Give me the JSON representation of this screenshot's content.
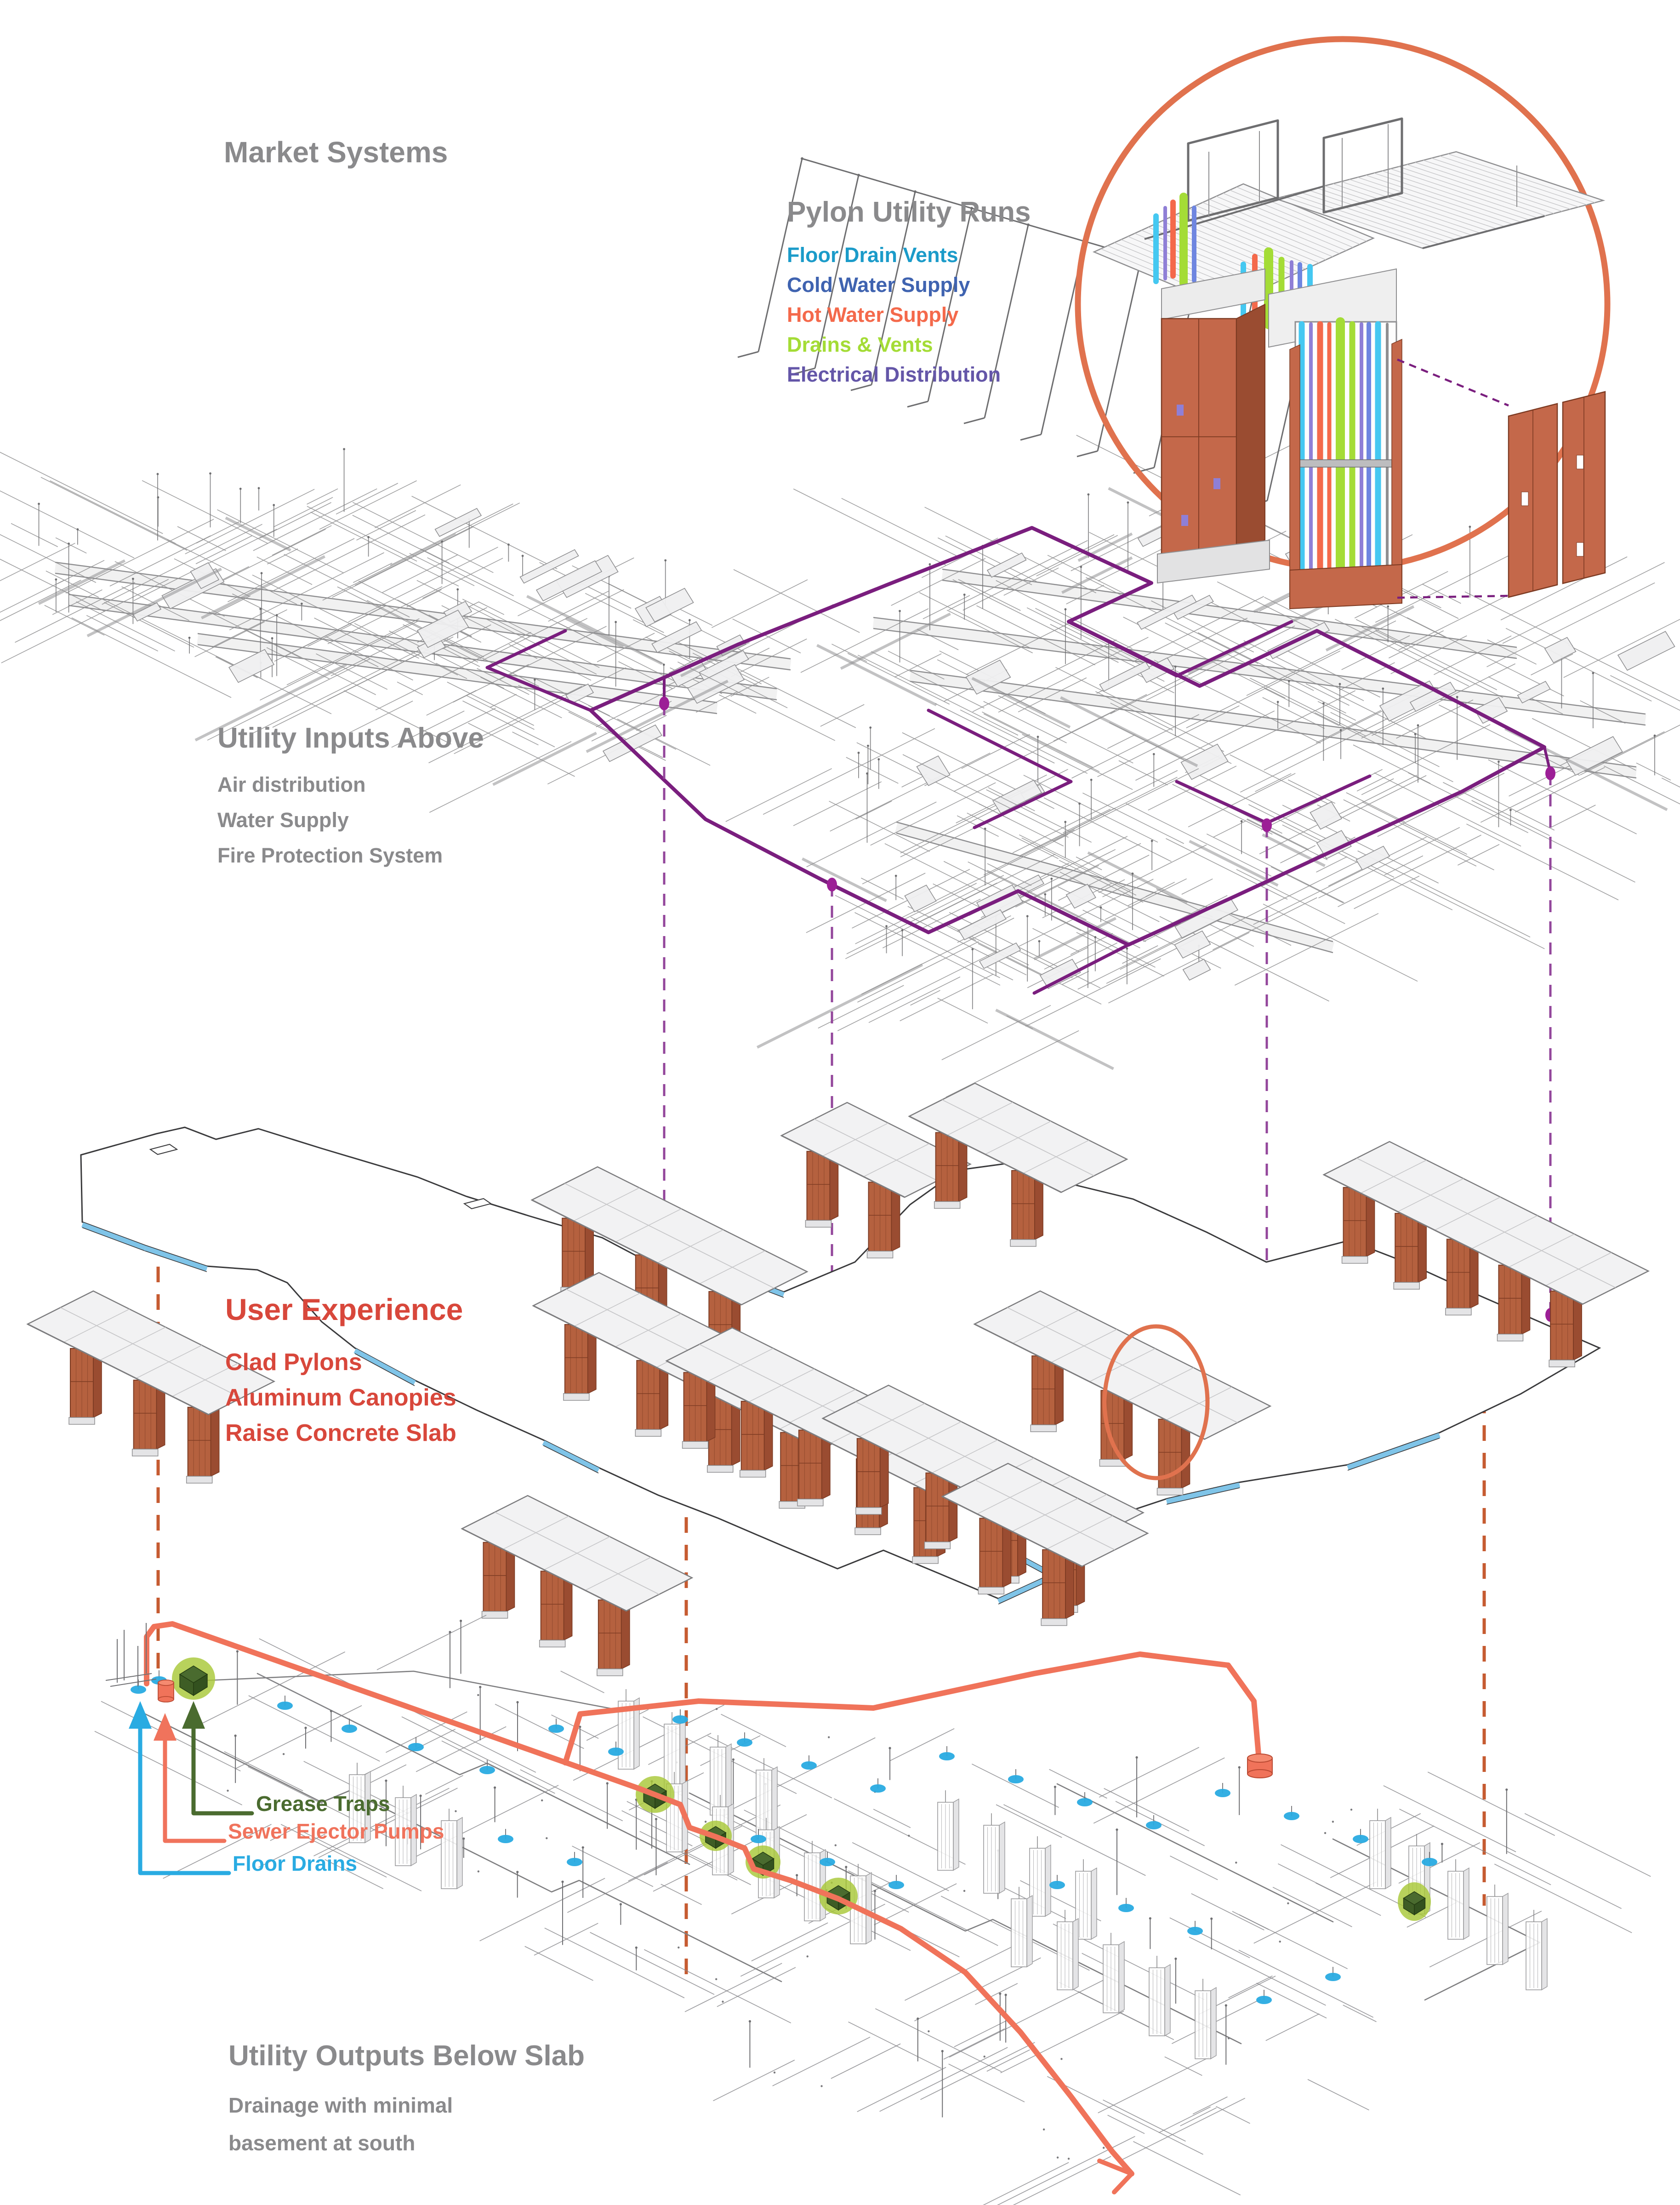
{
  "page_title": "Market Systems",
  "callout": {
    "title": "Pylon Utility Runs",
    "legend": [
      {
        "label": "Floor Drain Vents",
        "color": "#1B9BC9"
      },
      {
        "label": "Cold Water Supply",
        "color": "#3F63B0"
      },
      {
        "label": "Hot Water Supply",
        "color": "#F4694B"
      },
      {
        "label": "Drains & Vents",
        "color": "#A4DC36"
      },
      {
        "label": "Electrical Distribution",
        "color": "#6456A8"
      }
    ]
  },
  "sections": {
    "inputs": {
      "title": "Utility Inputs Above",
      "lines": [
        "Air distribution",
        "Water Supply",
        "Fire Protection System"
      ]
    },
    "experience": {
      "title": "User Experience",
      "lines": [
        "Clad Pylons",
        "Aluminum Canopies",
        "Raise Concrete Slab"
      ]
    },
    "outputs": {
      "title": "Utility Outputs Below Slab",
      "lines": [
        "Drainage with minimal",
        "basement at south"
      ]
    }
  },
  "bottom_legend": [
    {
      "label": "Grease Traps",
      "color": "#4A6B2F"
    },
    {
      "label": "Sewer Ejector Pumps",
      "color": "#F0735C"
    },
    {
      "label": "Floor Drains",
      "color": "#29ABE2"
    }
  ],
  "palette": {
    "title_gray": "#8A8A8C",
    "red": "#D8473B",
    "accent_orange": "#E0724E",
    "sewer_orange": "#F0735A",
    "sewer_dark": "#BA4A33",
    "purple_route": "#7A1E7E",
    "purple_dash": "#93469B",
    "magenta_node": "#9C1F96",
    "orange_dash": "#C65B31",
    "green_circle": "#A8C838",
    "grease_green": "#3E5D25",
    "legend_green": "#4A6B2F",
    "blue_drain": "#29ABE2",
    "slab_blue": "#7FC4E8",
    "terracotta": "#B5613F",
    "terracotta_side": "#9A4C31",
    "terracotta_dark": "#7C3A22",
    "wire": "#8F8F91",
    "wire_dark": "#6E6E70",
    "duct_fill": "#EFEFF0",
    "canopy_fill": "#F2F2F3",
    "canopy_line": "#C6C6C8",
    "plan_line": "#3A3A3C",
    "pipe_cyan": "#45C8F1",
    "pipe_blue": "#6F86E0",
    "pipe_orange": "#F4694B",
    "pipe_green": "#A4DC36",
    "pipe_purple": "#8F7FD6"
  }
}
